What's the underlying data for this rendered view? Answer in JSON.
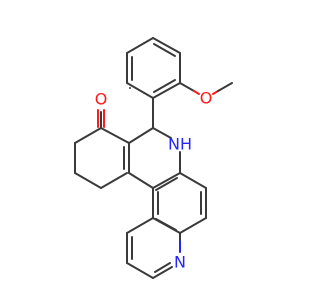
{
  "molecule": {
    "atoms": {
      "carbonyl_oxygen": "O",
      "ether_oxygen": "O",
      "amine_nitrogen": "NH",
      "pyridine_nitrogen": "N"
    },
    "colors": {
      "bond": "#3a3a3a",
      "oxygen": "#ff1a1a",
      "nitrogen": "#2424ff",
      "background": "#ffffff"
    }
  }
}
